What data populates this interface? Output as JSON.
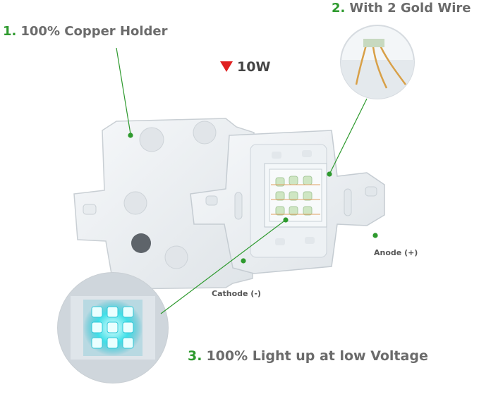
{
  "labels": {
    "copper": {
      "num": "1.",
      "text": "100% Copper Holder"
    },
    "gold": {
      "num": "2.",
      "text": "With 2 Gold Wire"
    },
    "light": {
      "num": "3.",
      "text": "100% Light up at low Voltage"
    },
    "power": "10W",
    "anode": "Anode (+)",
    "cathode": "Cathode (-)"
  },
  "colors": {
    "accent_green": "#2e9a2e",
    "power_marker": "#e02020",
    "led_glow": "#22d8e0"
  }
}
